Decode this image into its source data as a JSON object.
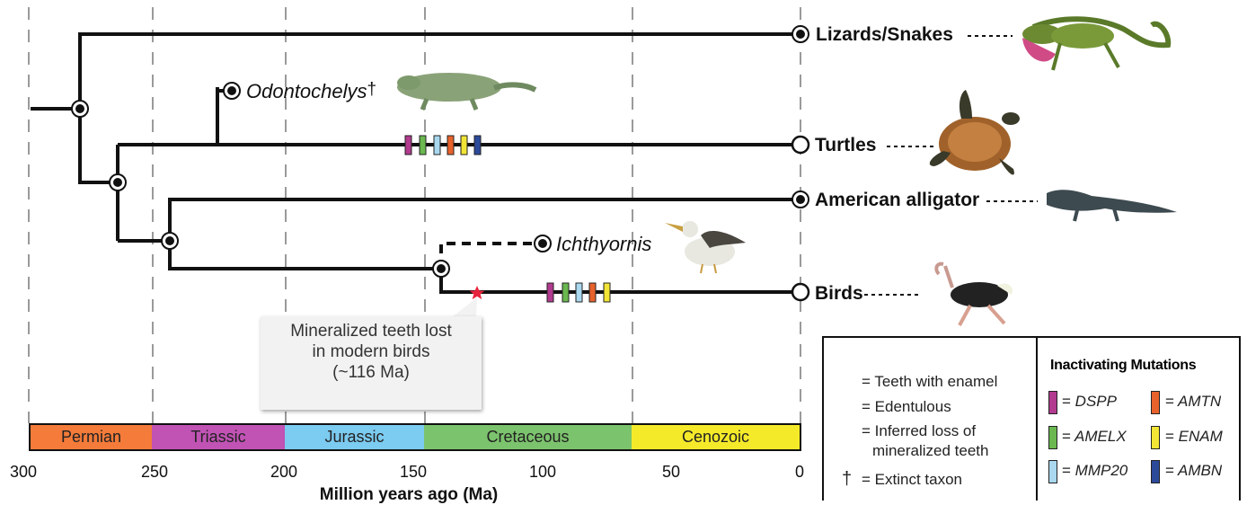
{
  "taxa": {
    "lizards": "Lizards/Snakes",
    "turtles": "Turtles",
    "alligator": "American alligator",
    "birds": "Birds"
  },
  "fossils": {
    "odontochelys": "Odontochelys",
    "odontochelys_dagger": "†",
    "ichthyornis": "Ichthyornis"
  },
  "callout": {
    "line1": "Mineralized teeth lost",
    "line2": "in modern birds",
    "line3": "(~116 Ma)"
  },
  "timescale": {
    "periods": [
      {
        "name": "Permian",
        "color": "#f47b3a"
      },
      {
        "name": "Triassic",
        "color": "#c153b5"
      },
      {
        "name": "Jurassic",
        "color": "#7ccbf0"
      },
      {
        "name": "Cretaceous",
        "color": "#7cc36d"
      },
      {
        "name": "Cenozoic",
        "color": "#f5ea2a"
      }
    ],
    "ticks": [
      "300",
      "250",
      "200",
      "150",
      "100",
      "50",
      "0"
    ],
    "axis_title": "Million years ago (Ma)"
  },
  "legend": {
    "teeth_enamel": "= Teeth with enamel",
    "edentulous": "= Edentulous",
    "inferred_loss_1": "= Inferred loss of",
    "inferred_loss_2": "mineralized teeth",
    "extinct": "= Extinct taxon",
    "dagger": "†",
    "mutations_title": "Inactivating Mutations",
    "eq": "=",
    "genes": [
      {
        "name": "DSPP",
        "color": "#b23a8f"
      },
      {
        "name": "AMTN",
        "color": "#e8622c"
      },
      {
        "name": "AMELX",
        "color": "#6ab84f"
      },
      {
        "name": "ENAM",
        "color": "#f2e535"
      },
      {
        "name": "MMP20",
        "color": "#a9d8ef"
      },
      {
        "name": "AMBN",
        "color": "#2c4a9a"
      }
    ]
  },
  "colors": {
    "line": "#111111",
    "dash": "#999999",
    "star": "#e8243c",
    "callout_bg": "#f2f2f2"
  },
  "icons": [
    "lizard-illustration",
    "sea-turtle-illustration",
    "fossil-turtle-illustration",
    "alligator-illustration",
    "ichthyornis-bird-illustration",
    "ostrich-illustration"
  ]
}
